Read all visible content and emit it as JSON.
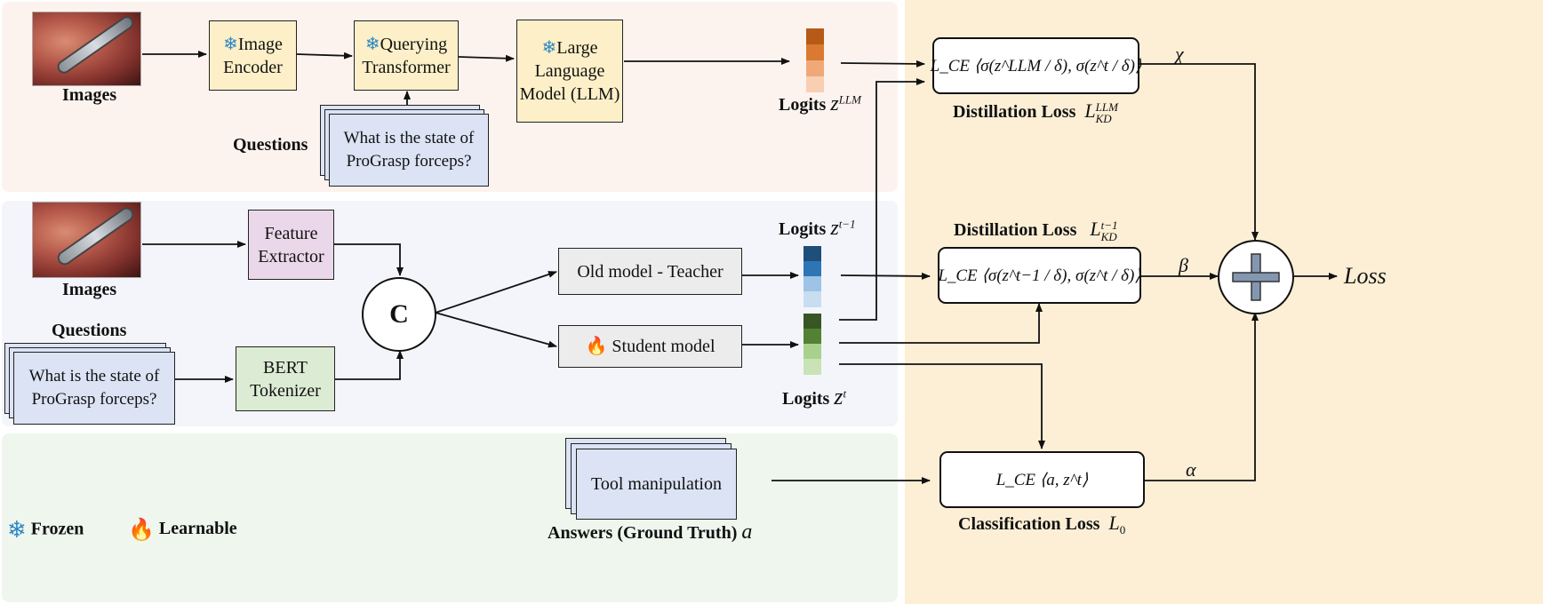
{
  "images_label": "Images",
  "questions_label": "Questions",
  "question_text": "What is the state of ProGrasp forceps?",
  "top": {
    "image_encoder": "Image Encoder",
    "querying_transformer": "Querying Transformer",
    "llm": "Large Language Model (LLM)",
    "logits_label": "Logits",
    "logits_symbol": "z",
    "logits_sup": "LLM",
    "loss_box": "L_CE ⟨σ(z^LLM / δ), σ(z^t / δ)⟩",
    "loss_caption": "Distillation Loss",
    "loss_symbol": "L",
    "loss_sup": "LLM",
    "loss_sub": "KD",
    "weight": "χ"
  },
  "middle": {
    "feature_extractor": "Feature Extractor",
    "bert_tokenizer": "BERT Tokenizer",
    "concat": "C",
    "teacher": "Old model - Teacher",
    "student": "Student model",
    "logits_label_teacher": "Logits",
    "teacher_symbol": "z",
    "teacher_sup": "t−1",
    "logits_label_student": "Logits",
    "student_symbol": "z",
    "student_sup": "t",
    "loss_caption": "Distillation Loss",
    "loss_symbol": "L",
    "loss_sup": "t−1",
    "loss_sub": "KD",
    "loss_box": "L_CE ⟨σ(z^t−1 / δ), σ(z^t / δ)⟩",
    "weight": "β"
  },
  "bottom": {
    "answer_text": "Tool manipulation",
    "answers_label": "Answers (Ground Truth)",
    "answers_symbol": "a",
    "loss_box": "L_CE ⟨a, z^t⟩",
    "loss_caption": "Classification Loss",
    "loss_symbol": "L",
    "loss_sub": "0",
    "weight": "α"
  },
  "output_label": "Loss",
  "legend": {
    "frozen": "Frozen",
    "learnable": "Learnable"
  },
  "colors": {
    "top_panel": "#fdf3ee",
    "middle_panel": "#f3f5fb",
    "bottom_panel": "#eef6ee",
    "loss_column": "#fcefd6",
    "encoder_fill": "#fdf0c8",
    "feature_fill": "#ead8ea",
    "bert_fill": "#dcecd4",
    "question_fill": "#dbe3f4",
    "model_fill": "#ececec",
    "logits_llm": [
      "#b55a17",
      "#d97a30",
      "#f0a878",
      "#f8cfb2"
    ],
    "logits_teacher": [
      "#1f4e79",
      "#2e75b6",
      "#9dc3e6",
      "#c9ddf0"
    ],
    "logits_student": [
      "#375623",
      "#548235",
      "#a9d18e",
      "#c9e3b6"
    ],
    "frozen_icon": "#2e86c1",
    "learnable_icon": "#e8431b"
  }
}
